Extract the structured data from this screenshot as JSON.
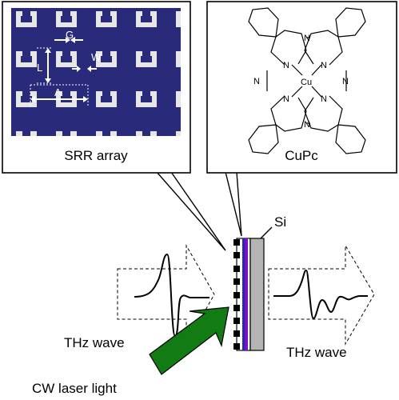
{
  "labels": {
    "srr_caption": "SRR array",
    "cupc_caption": "CuPc",
    "si_label": "Si",
    "thz_in": "THz wave",
    "thz_out": "THz wave",
    "laser": "CW laser light"
  },
  "srr_dims": {
    "g": "G",
    "l": "L",
    "w": "W",
    "lambda": "Λ"
  },
  "molecule_atoms": {
    "nitrogen": "N",
    "copper": "Cu"
  },
  "colors": {
    "srr_substrate": "#2a2a7a",
    "srr_metal": "#e6e6e6",
    "laser_arrow": "#137b13",
    "si_layer": "#b4b4b4",
    "purple_layer": "#7a10c8",
    "blue_layer": "#2828b0"
  }
}
